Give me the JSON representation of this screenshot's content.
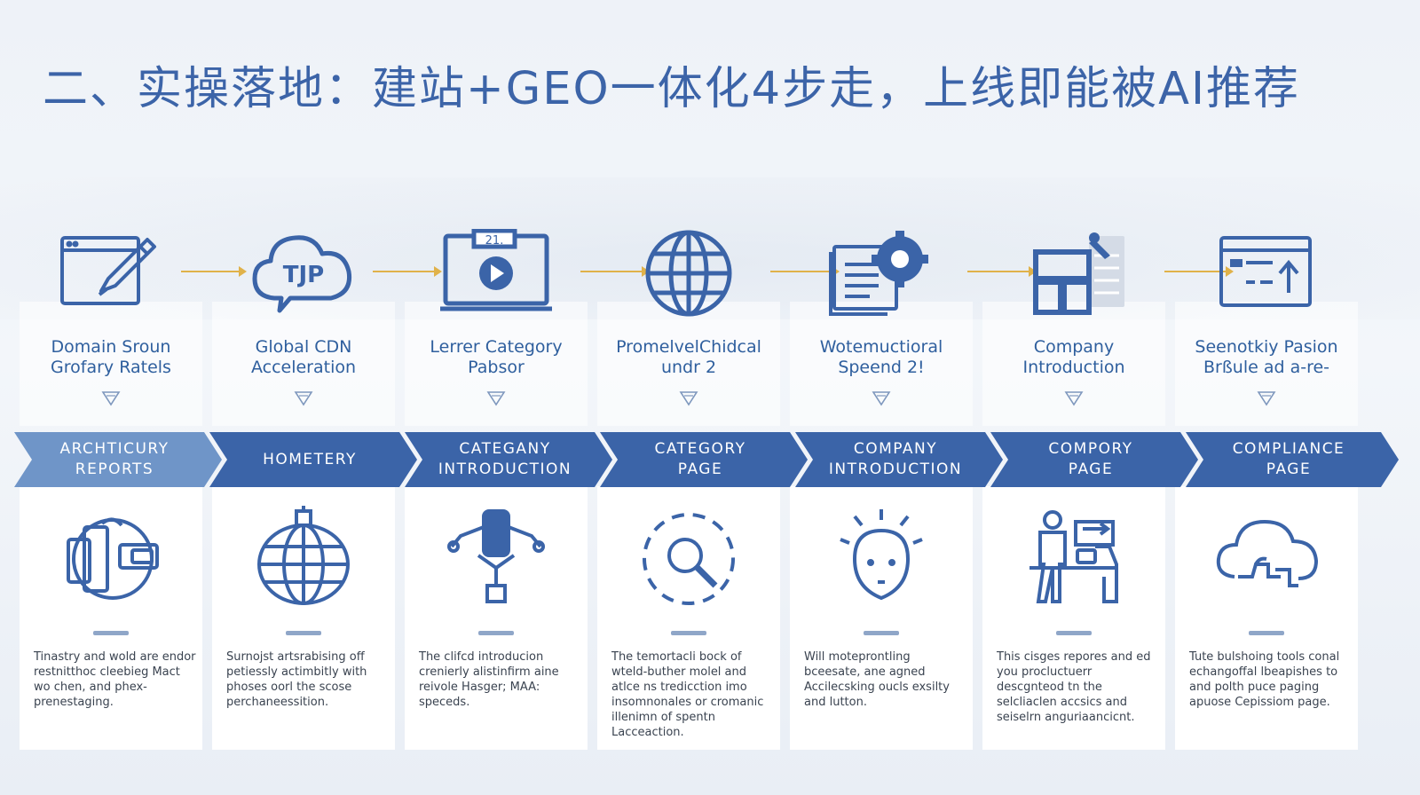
{
  "title": "二、实操落地：建站+GEO一体化4步走，上线即能被AI推荐",
  "colors": {
    "primary": "#3b64a8",
    "banner_first": "#6f95c8",
    "arrow": "#e0b24a"
  },
  "steps": [
    {
      "top_icon": "browser-edit-icon",
      "label": "Domain Sroun\nGrofary Ratels",
      "banner": "ARCHTICURY\nREPORTS",
      "bottom_icon": "gear-head-icon",
      "desc": "Tinastry and wold are endor restnitthoc cleebieg Mact wo chen, and phex-prenestaging."
    },
    {
      "top_icon": "cloud-speech-icon",
      "label": "Global CDN\nAcceleration",
      "banner": "HOMETERY",
      "bottom_icon": "globe-network-icon",
      "desc": "Surnojst artsrabising off petiessly actimbitly with phoses oorl the scose perchaneessition."
    },
    {
      "top_icon": "video-screen-icon",
      "label": "Lerrer Category\nPabsor",
      "banner": "CATEGANY\nINTRODUCTION",
      "bottom_icon": "robot-arm-icon",
      "desc": "The clifcd introducion crenierly alistinfirm aine reivole Hasger; MAA: speceds."
    },
    {
      "top_icon": "globe-icon",
      "label": "PromelvelChidcal\nundr 2",
      "banner": "CATEGORY\nPAGE",
      "bottom_icon": "search-cycle-icon",
      "desc": "The temortacli bock of wteld-buther molel and atlce ns tredicction imo insomnonales or cromanic illenimn of spentn Lacceaction."
    },
    {
      "top_icon": "document-gear-icon",
      "label": "Wotemuctioral\nSpeend 2!",
      "banner": "COMPANY\nINTRODUCTION",
      "bottom_icon": "face-idea-icon",
      "desc": "Will moteprontling bceesate, ane agned Accilecsking oucls exsilty and lutton."
    },
    {
      "top_icon": "layout-grid-icon",
      "label": "Company\nIntroduction",
      "banner": "COMPORY\nPAGE",
      "bottom_icon": "person-board-icon",
      "desc": "This cisges repores and ed you procluctuerr descgnteod tn the selcliaclen accsics and seiselrn anguriaancicnt."
    },
    {
      "top_icon": "browser-upload-icon",
      "label": "Seenotkiy Pasion\nBrßule ad a-re-",
      "banner": "COMPLIANCE\nPAGE",
      "bottom_icon": "cloud-network-icon",
      "desc": "Tute bulshoing tools conal echangoffal lbeapishes to and polth puce paging apuose Cepissiom page."
    }
  ]
}
